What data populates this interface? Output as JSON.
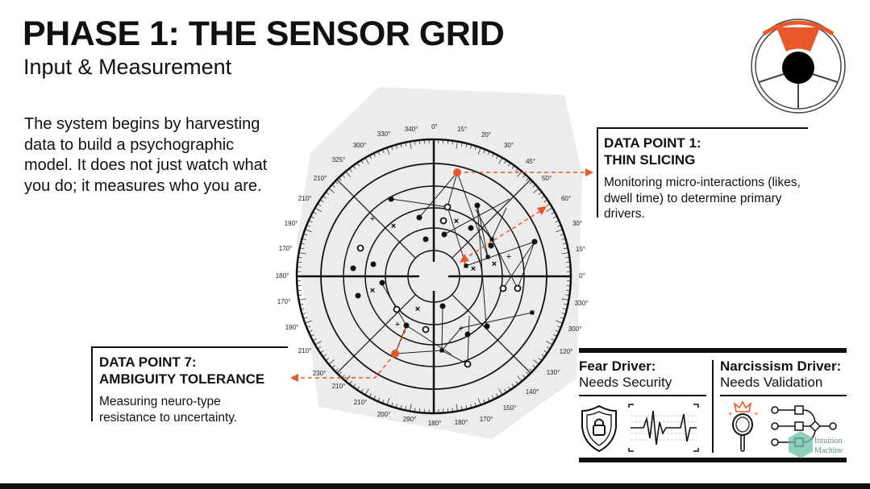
{
  "header": {
    "title": "PHASE 1: THE SENSOR GRID",
    "subtitle": "Input & Measurement"
  },
  "intro": "The system begins by harvesting data to build a psychographic model. It does not just watch what you do; it measures who you are.",
  "data_point_1": {
    "title_line1": "DATA POINT 1:",
    "title_line2": "THIN SLICING",
    "body": "Monitoring micro-interactions (likes, dwell time) to determine primary drivers."
  },
  "data_point_7": {
    "title_line1": "DATA POINT 7:",
    "title_line2": "AMBIGUITY TOLERANCE",
    "body": "Measuring neuro-type resistance to uncertainty."
  },
  "drivers": [
    {
      "name": "Fear Driver:",
      "need": "Needs Security",
      "icons": [
        "shield-lock-icon",
        "heartbeat-icon"
      ]
    },
    {
      "name": "Narcissism Driver:",
      "need": "Needs Validation",
      "icons": [
        "crowned-mirror-icon",
        "flow-network-icon"
      ]
    }
  ],
  "sensor_grid": {
    "angle_labels": [
      "340°",
      "0°",
      "15°",
      "20°",
      "30°",
      "45°",
      "50°",
      "60°",
      "30°",
      "15°",
      "0°",
      "330°",
      "300°",
      "120°",
      "130°",
      "140°",
      "150°",
      "170°",
      "180°",
      "180°",
      "290°",
      "200°",
      "210°",
      "210°",
      "230°",
      "210°",
      "190°",
      "170°",
      "180°",
      "170°",
      "190°",
      "210°",
      "210°",
      "325°",
      "300°",
      "330°"
    ]
  },
  "watermark": {
    "line1": "Intuition",
    "line2": "Machine"
  },
  "colors": {
    "accent": "#e8582a",
    "ink": "#111111",
    "grid_bg": "#ececec",
    "watermark": "#6bbfa8"
  }
}
